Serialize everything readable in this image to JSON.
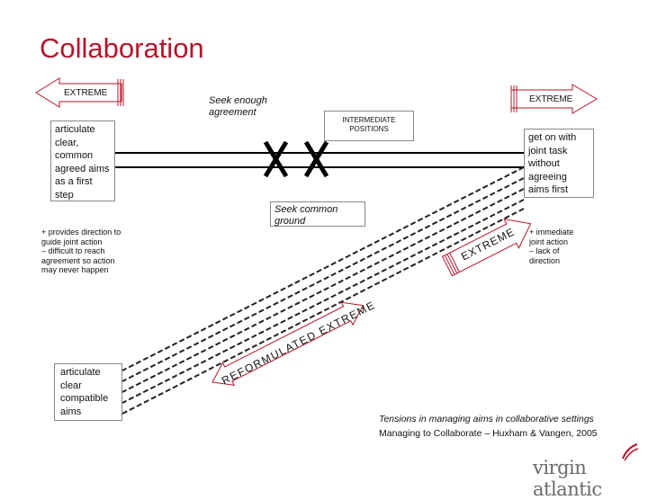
{
  "title": "Collaboration",
  "extreme_left": "EXTREME",
  "extreme_right": "EXTREME",
  "seek_enough": "Seek enough agreement",
  "intermediate": "INTERMEDIATE POSITIONS",
  "left_box": "articulate clear, common agreed aims as a first step",
  "right_box": "get on with joint task without agreeing aims first",
  "seek_common": "Seek common ground",
  "left_note": [
    "+ provides direction to",
    "guide joint action",
    "– difficult to reach",
    "agreement so action",
    "may never happen"
  ],
  "right_note": [
    "+ immediate",
    "joint action",
    "– lack of",
    "direction"
  ],
  "diag_extreme_right": "EXTREME",
  "diag_reformulated": "REFORMULATED EXTREME",
  "bottom_box": "articulate clear compatible aims",
  "caption_italic": "Tensions in managing aims in collaborative settings",
  "caption_ref": "Managing to Collaborate – Huxham & Vangen, 2005",
  "logo": "virgin atlantic",
  "colors": {
    "title": "#b5152b",
    "logo": "#6a6a6a"
  }
}
